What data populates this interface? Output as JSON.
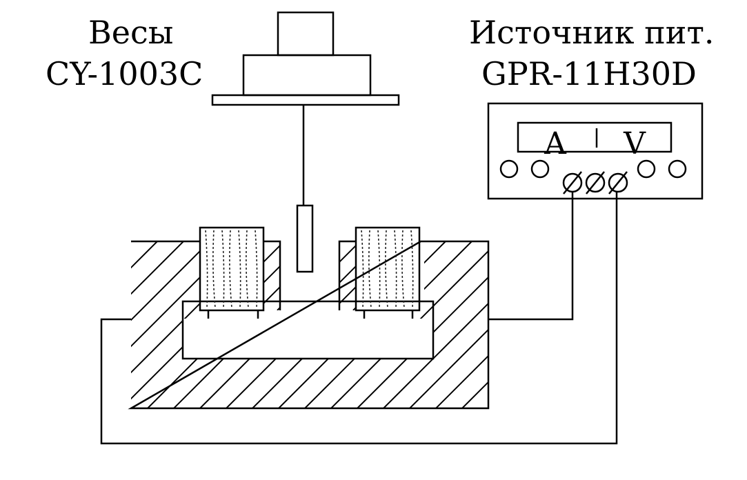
{
  "labels": {
    "scale_name": "Весы",
    "scale_model": "CY-1003C",
    "psu_name": "Источник пит.",
    "psu_model": "GPR-11H30D"
  },
  "meter": {
    "ammeter": "A",
    "voltmeter": "V"
  }
}
